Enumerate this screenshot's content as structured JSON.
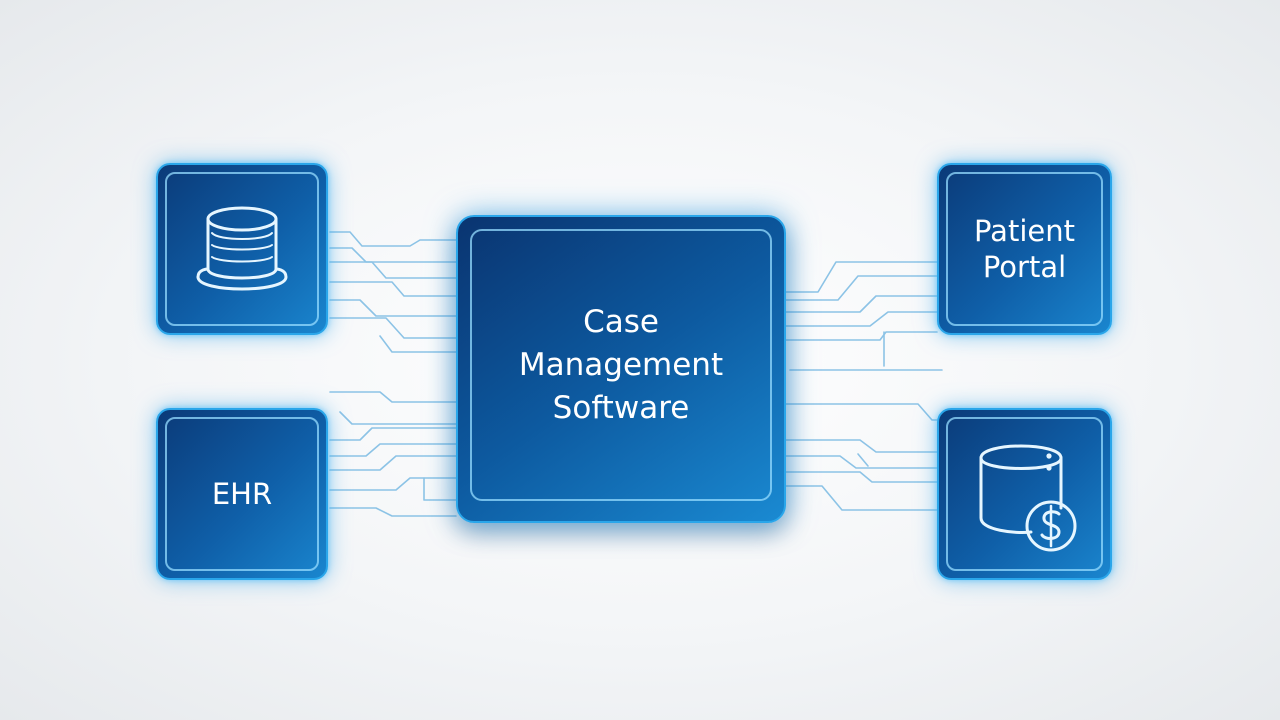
{
  "center": {
    "label": "Case\nManagement\nSoftware"
  },
  "nodes": {
    "top_left": {
      "icon": "database-icon"
    },
    "bottom_left": {
      "label": "EHR"
    },
    "top_right": {
      "label": "Patient\nPortal"
    },
    "bottom_right": {
      "icon": "billing-database-icon"
    }
  },
  "colors": {
    "node_dark": "#0b3a78",
    "node_light": "#1a86cf",
    "glow": "#2aa6ea",
    "connector": "#7fbfe6"
  }
}
